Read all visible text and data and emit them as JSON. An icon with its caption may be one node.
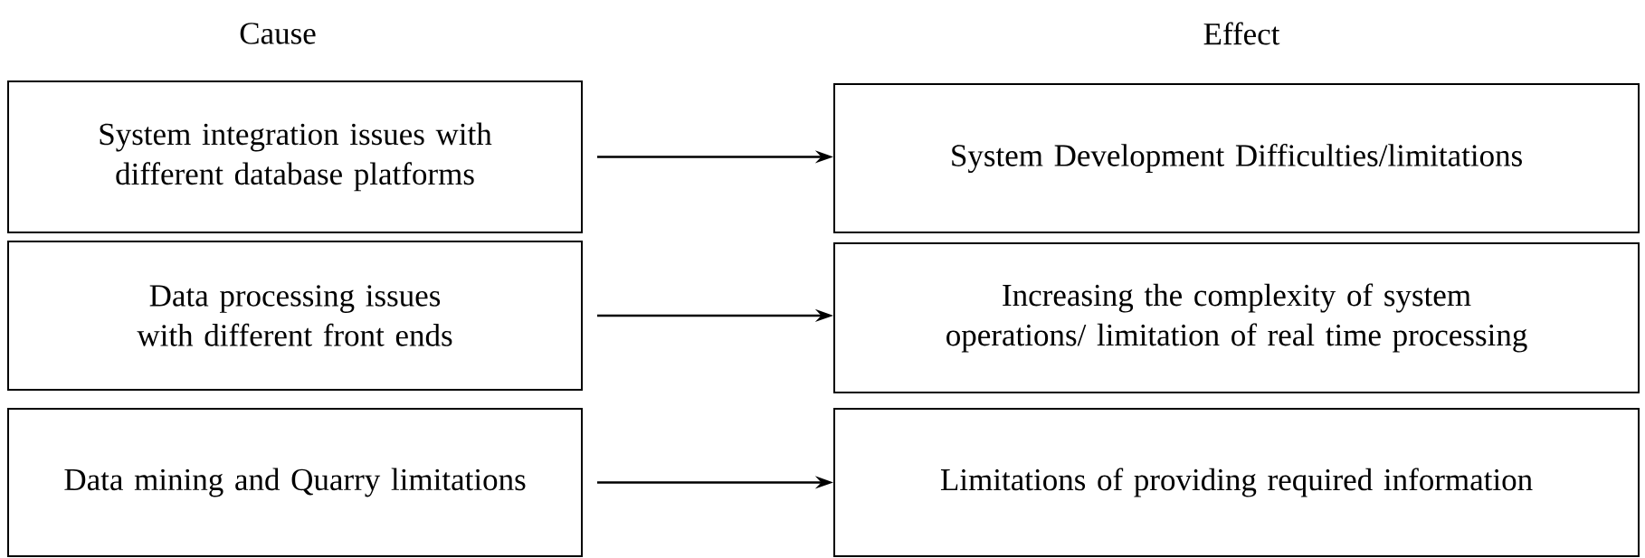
{
  "diagram": {
    "nodes": [
      {
        "text": [
          "System integration issues with different database platforms"
        ]
      },
      {
        "text": [
          "Data processing issues with different front ends"
        ]
      },
      {
        "text": [
          "Data mining and Quarry limitations"
        ]
      },
      {
        "text": [
          "System Development Difficulties/limitations"
        ]
      },
      {
        "text": [
          "Increasing the complexity of system operations/ limitation of real time processing"
        ]
      },
      {
        "text": [
          "Limitations of providing required information"
        ]
      }
    ],
    "edges": [
      {
        "from": 0,
        "to": 3,
        "arrow": "to"
      },
      {
        "from": 1,
        "to": 4,
        "arrow": "to"
      },
      {
        "from": 2,
        "to": 5,
        "arrow": "to"
      }
    ],
    "labels": [
      "Cause",
      "Effect"
    ]
  }
}
